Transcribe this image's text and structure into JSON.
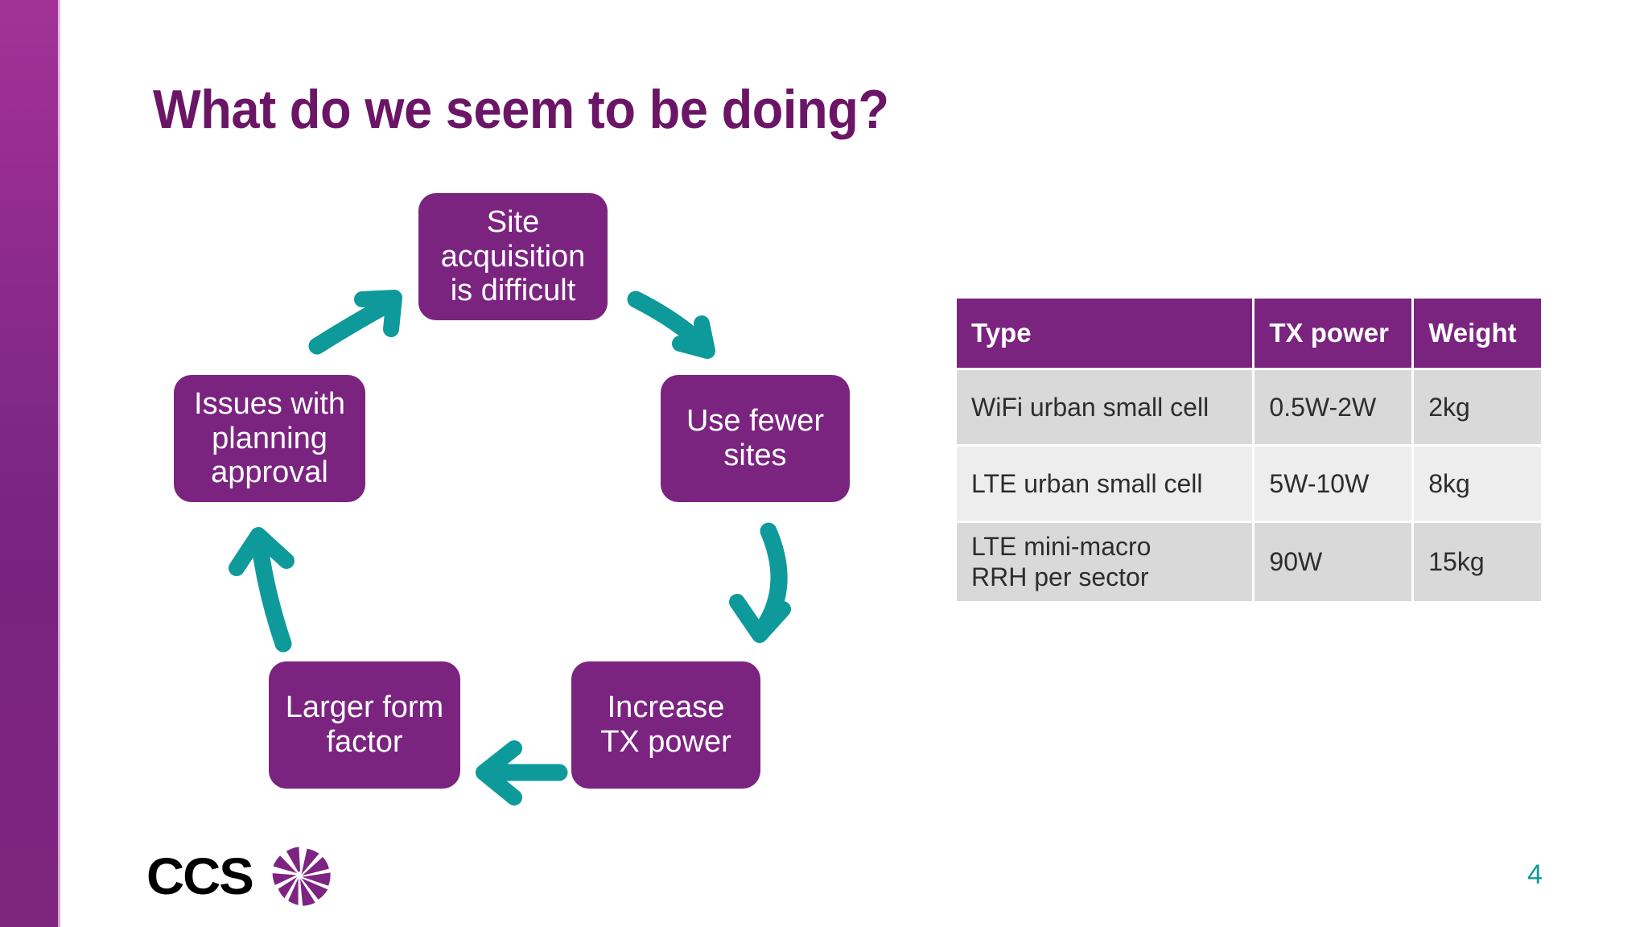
{
  "slide": {
    "title": "What do we seem to be doing?",
    "page_number": "4",
    "colors": {
      "purple": "#7a2480",
      "title_purple": "#6b1566",
      "teal": "#0e9a9a",
      "row_odd": "#d9d9d9",
      "row_even": "#ededed"
    }
  },
  "flow": {
    "boxes": [
      {
        "id": "site",
        "label": "Site\nacquisition\nis difficult"
      },
      {
        "id": "fewer",
        "label": "Use fewer\nsites"
      },
      {
        "id": "increase",
        "label": "Increase\nTX power"
      },
      {
        "id": "form",
        "label": "Larger form\nfactor"
      },
      {
        "id": "issues",
        "label": "Issues with\nplanning\napproval"
      }
    ],
    "arrows": [
      {
        "name": "arrow-site-to-fewer",
        "direction": "down-right"
      },
      {
        "name": "arrow-fewer-to-increase",
        "direction": "down"
      },
      {
        "name": "arrow-increase-to-form",
        "direction": "left"
      },
      {
        "name": "arrow-form-to-issues",
        "direction": "up"
      },
      {
        "name": "arrow-issues-to-site",
        "direction": "up-right"
      }
    ]
  },
  "table": {
    "headers": [
      "Type",
      "TX power",
      "Weight"
    ],
    "rows": [
      {
        "type": "WiFi urban small cell",
        "power": "0.5W-2W",
        "weight": "2kg"
      },
      {
        "type": "LTE urban small cell",
        "power": "5W-10W",
        "weight": "8kg"
      },
      {
        "type": "LTE mini-macro\nRRH per sector",
        "power": "90W",
        "weight": "15kg"
      }
    ]
  },
  "logo": {
    "text": "CCS",
    "mark": "pinwheel-icon"
  }
}
